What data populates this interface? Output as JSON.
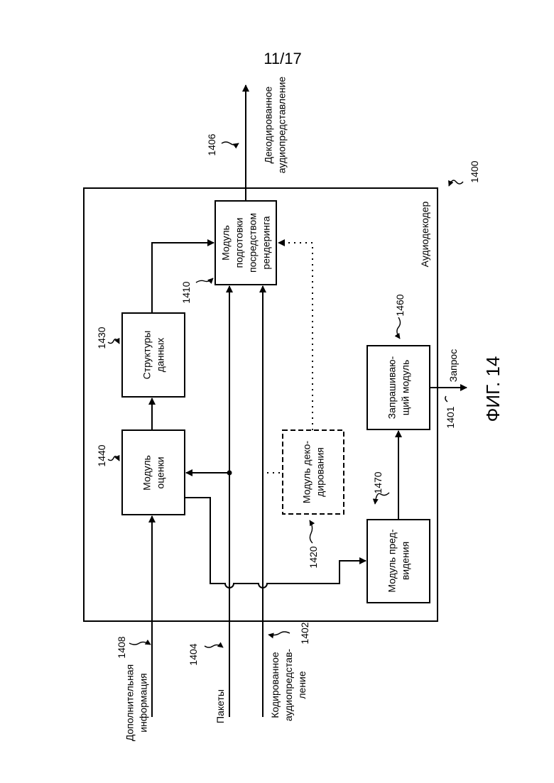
{
  "sheet": "11/17",
  "figure": "ФИГ. 14",
  "decoder": {
    "ref": "1400",
    "label": "Аудиодекодер"
  },
  "blocks": {
    "renderer": {
      "ref": "1410",
      "lines": [
        "Модуль",
        "подготовки",
        "посредством",
        "рендеринга"
      ]
    },
    "data_structures": {
      "ref": "1430",
      "lines": [
        "Структуры",
        "данных"
      ]
    },
    "evaluator": {
      "ref": "1440",
      "lines": [
        "Модуль",
        "оценки"
      ]
    },
    "decoding": {
      "ref": "1420",
      "lines": [
        "Модуль деко-",
        "дирования"
      ]
    },
    "predictor": {
      "ref": "1470",
      "lines": [
        "Модуль пред-",
        "видения"
      ]
    },
    "requester": {
      "ref": "1460",
      "lines": [
        "Запрашиваю-",
        "щий модуль"
      ]
    }
  },
  "signals": {
    "side_info": {
      "ref": "1408",
      "lines": [
        "Дополнительная",
        "информация"
      ]
    },
    "packets": {
      "ref": "1404",
      "lines": [
        "Пакеты"
      ]
    },
    "encoded": {
      "ref": "1402",
      "lines": [
        "Кодированное",
        "аудиопредстав-",
        "ление"
      ]
    },
    "decoded": {
      "ref": "1406",
      "lines": [
        "Декодированное",
        "аудиопредставление"
      ]
    },
    "request": {
      "ref": "1401",
      "lines": [
        "Запрос"
      ]
    }
  }
}
